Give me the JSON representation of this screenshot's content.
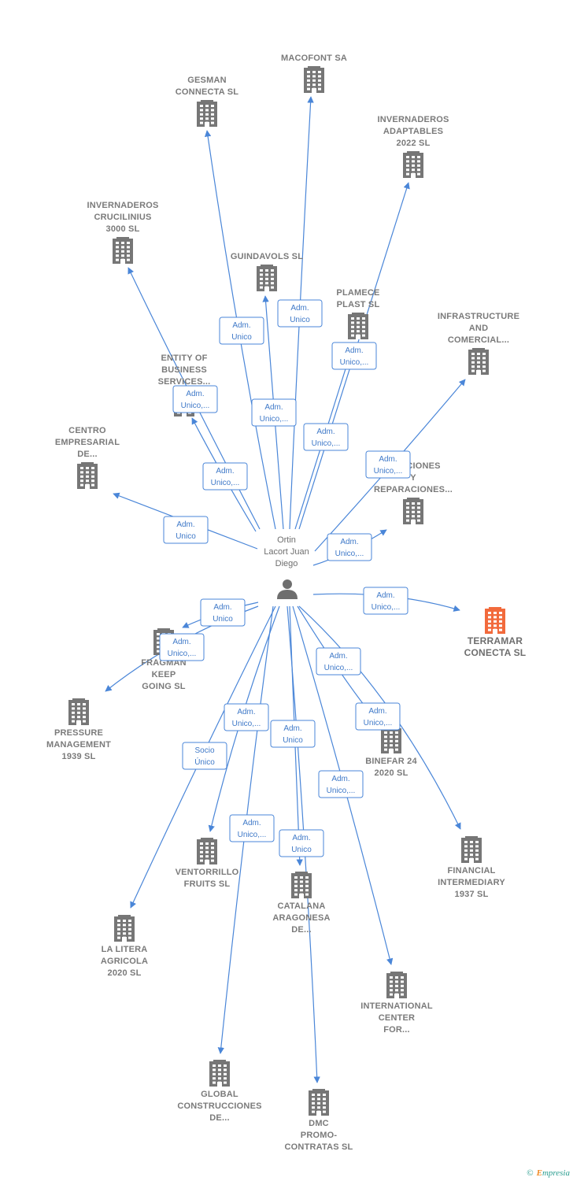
{
  "center": {
    "name_lines": [
      "Ortin",
      "Lacort Juan",
      "Diego"
    ]
  },
  "companies": [
    {
      "id": "macofont",
      "lines": [
        "MACOFONT SA"
      ]
    },
    {
      "id": "gesman",
      "lines": [
        "GESMAN",
        "CONNECTA  SL"
      ]
    },
    {
      "id": "inv-adaptables",
      "lines": [
        "INVERNADEROS",
        "ADAPTABLES",
        "2022  SL"
      ]
    },
    {
      "id": "inv-crucilinius",
      "lines": [
        "INVERNADEROS",
        "CRUCILINIUS",
        "3000  SL"
      ]
    },
    {
      "id": "guindavols",
      "lines": [
        "GUINDAVOLS SL"
      ]
    },
    {
      "id": "plamece",
      "lines": [
        "PLAMECE",
        "PLAST SL"
      ]
    },
    {
      "id": "infrastructure",
      "lines": [
        "INFRASTRUCTURE",
        "AND",
        "COMERCIAL..."
      ]
    },
    {
      "id": "entity",
      "lines": [
        "ENTITY OF",
        "BUSINESS",
        "SERVICES..."
      ]
    },
    {
      "id": "centro",
      "lines": [
        "CENTRO",
        "EMPRESARIAL",
        "DE..."
      ]
    },
    {
      "id": "construcciones",
      "lines": [
        "...UCCIONES",
        "Y",
        "REPARACIONES..."
      ]
    },
    {
      "id": "terramar",
      "lines": [
        "TERRAMAR",
        "CONECTA  SL"
      ],
      "highlight": true
    },
    {
      "id": "fragman",
      "lines": [
        "FRAGMAN",
        "KEEP",
        "GOING  SL"
      ]
    },
    {
      "id": "pressure",
      "lines": [
        "PRESSURE",
        "MANAGEMENT",
        "1939  SL"
      ]
    },
    {
      "id": "binefar",
      "lines": [
        "BINEFAR 24",
        "2020  SL"
      ]
    },
    {
      "id": "financial",
      "lines": [
        "FINANCIAL",
        "INTERMEDIARY",
        "1937  SL"
      ]
    },
    {
      "id": "ventorrillo",
      "lines": [
        "VENTORRILLO",
        "FRUITS  SL"
      ]
    },
    {
      "id": "catalana",
      "lines": [
        "CATALANA",
        "ARAGONESA",
        "DE..."
      ]
    },
    {
      "id": "la-litera",
      "lines": [
        "LA LITERA",
        "AGRICOLA",
        "2020  SL"
      ]
    },
    {
      "id": "international",
      "lines": [
        "INTERNATIONAL",
        "CENTER",
        "FOR..."
      ]
    },
    {
      "id": "global",
      "lines": [
        "GLOBAL",
        "CONSTRUCCIONES",
        "DE..."
      ]
    },
    {
      "id": "dmc",
      "lines": [
        "DMC",
        "PROMO-",
        "CONTRATAS SL"
      ]
    }
  ],
  "edges": [
    {
      "to": "macofont",
      "lines": [
        "Adm.",
        "Unico"
      ]
    },
    {
      "to": "gesman",
      "lines": [
        "Adm.",
        "Unico"
      ]
    },
    {
      "to": "inv-adaptables",
      "lines": [
        "Adm.",
        "Unico,..."
      ]
    },
    {
      "to": "inv-crucilinius",
      "lines": [
        "Adm.",
        "Unico,..."
      ]
    },
    {
      "to": "guindavols",
      "lines": [
        "Adm.",
        "Unico,..."
      ]
    },
    {
      "to": "plamece",
      "lines": [
        "Adm.",
        "Unico,..."
      ]
    },
    {
      "to": "infrastructure",
      "lines": [
        "Adm.",
        "Unico,..."
      ]
    },
    {
      "to": "entity",
      "lines": [
        "Adm.",
        "Unico,..."
      ]
    },
    {
      "to": "centro",
      "lines": [
        "Adm.",
        "Unico"
      ]
    },
    {
      "to": "construcciones",
      "lines": [
        "Adm.",
        "Unico,..."
      ]
    },
    {
      "to": "terramar",
      "lines": [
        "Adm.",
        "Unico,..."
      ]
    },
    {
      "to": "fragman",
      "lines": [
        "Adm.",
        "Unico"
      ]
    },
    {
      "to": "pressure",
      "lines": [
        "Adm.",
        "Unico,..."
      ]
    },
    {
      "to": "binefar",
      "lines": [
        "Adm.",
        "Unico,..."
      ]
    },
    {
      "to": "financial",
      "lines": [
        "Adm.",
        "Unico,..."
      ]
    },
    {
      "to": "ventorrillo",
      "lines": [
        "Adm.",
        "Unico,..."
      ]
    },
    {
      "to": "catalana",
      "lines": [
        "Adm.",
        "Unico"
      ]
    },
    {
      "to": "la-litera",
      "lines": [
        "Socio",
        "Único"
      ]
    },
    {
      "to": "international",
      "lines": [
        "Adm.",
        "Unico,..."
      ]
    },
    {
      "to": "global",
      "lines": [
        "Adm.",
        "Unico,..."
      ]
    },
    {
      "to": "dmc",
      "lines": [
        "Adm.",
        "Unico"
      ]
    }
  ],
  "copyright": {
    "symbol": "©",
    "brand_initial": "E",
    "brand_rest": "mpresia"
  },
  "colors": {
    "edge": "#4a86d8",
    "building": "#767676",
    "highlight": "#f26a3c"
  }
}
